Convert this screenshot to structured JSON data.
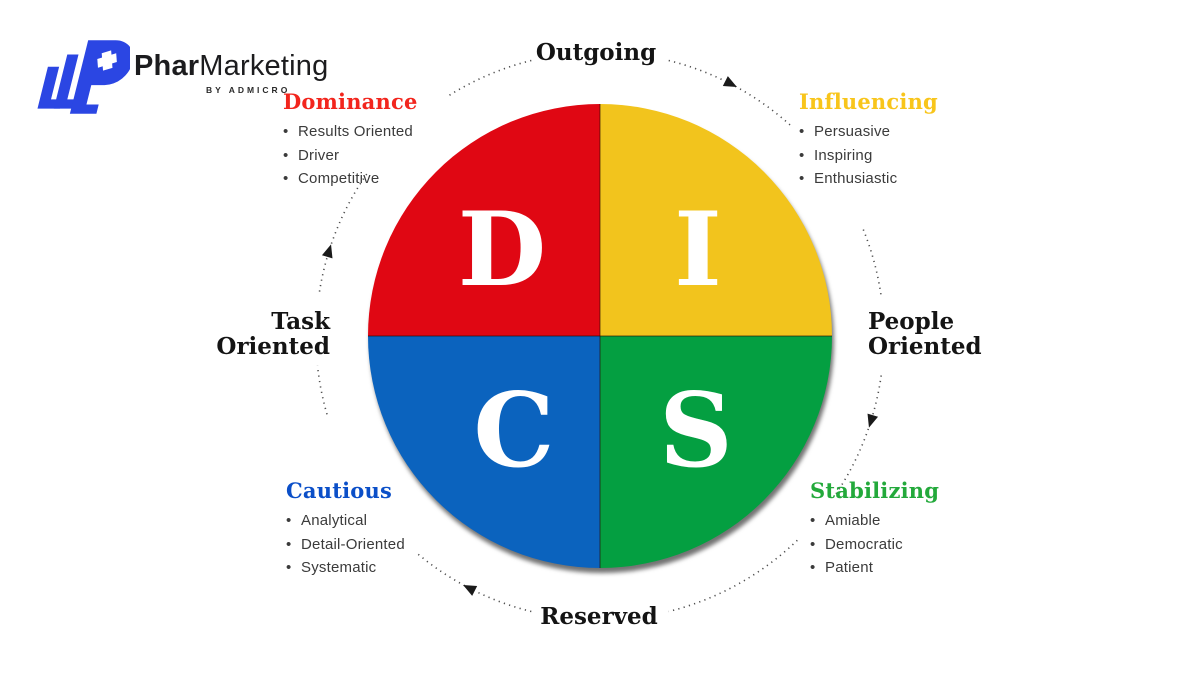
{
  "background": "#ffffff",
  "logo": {
    "brand_bold": "Phar",
    "brand_regular": "Marketing",
    "byline": "BY ADMICRO",
    "icon_color": "#2b46e3",
    "icon_name": "pharmarketing-p-layers-icon"
  },
  "wheel": {
    "type": "disc-personality-quadrant-diagram",
    "letters_color": "#ffffff",
    "ring_color": "#4d4d4d",
    "rotation_direction": "clockwise",
    "axis_labels": {
      "top": "Outgoing",
      "right_line1": "People",
      "right_line2": "Oriented",
      "bottom": "Reserved",
      "left_line1": "Task",
      "left_line2": "Oriented"
    },
    "quadrants": [
      {
        "letter": "D",
        "name": "Dominance",
        "color": "#e00713",
        "heading_color": "#f2251d",
        "traits": [
          "Results Oriented",
          "Driver",
          "Competitive"
        ]
      },
      {
        "letter": "I",
        "name": "Influencing",
        "color": "#f2c41d",
        "heading_color": "#f8c51b",
        "traits": [
          "Persuasive",
          "Inspiring",
          "Enthusiastic"
        ]
      },
      {
        "letter": "C",
        "name": "Cautious",
        "color": "#0b63be",
        "heading_color": "#0b4fc8",
        "traits": [
          "Analytical",
          "Detail-Oriented",
          "Systematic"
        ]
      },
      {
        "letter": "S",
        "name": "Stabilizing",
        "color": "#049f41",
        "heading_color": "#23a93b",
        "traits": [
          "Amiable",
          "Democratic",
          "Patient"
        ]
      }
    ]
  }
}
